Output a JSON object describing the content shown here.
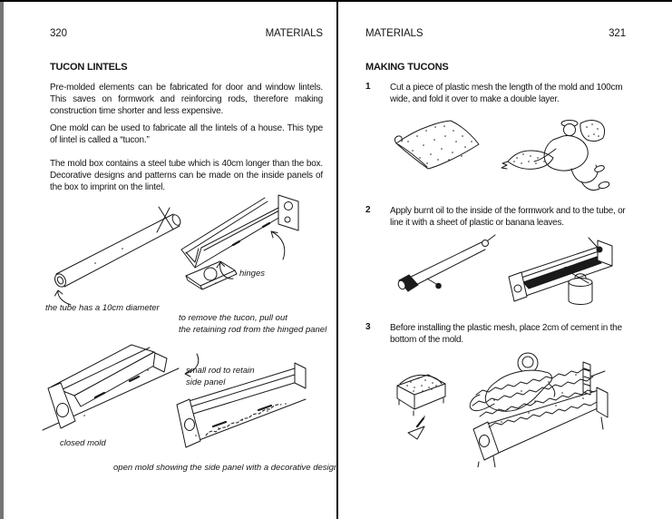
{
  "colors": {
    "ink": "#1a1a1a",
    "page_bg": "#ffffff",
    "spine_gray": "#757575",
    "rule_black": "#000000"
  },
  "left_page": {
    "page_number": "320",
    "running_header": "MATERIALS",
    "section_heading": "TUCON LINTELS",
    "paragraphs": [
      "Pre-molded elements can be fabricated for door and window lintels. This saves on formwork and reinforcing rods, therefore making construction time shorter and less expensive.",
      "One mold can be used to fabricate all the lintels of a house. This type of lintel is called a “tucon.”",
      "The mold box contains a steel tube which is 40cm longer than the box. Decorative designs and patterns can be made on the inside panels of the box to imprint on the lintel."
    ],
    "captions": {
      "tube_diameter": "the tube has a 10cm diameter",
      "hinges": "hinges",
      "remove_tucon_lines": [
        "to remove the tucon, pull out",
        "the retaining rod from the hinged panel"
      ],
      "small_rod_lines": [
        "small rod to retain",
        "side panel"
      ],
      "closed_mold": "closed mold",
      "open_mold": "open mold showing the side panel with a decorative design"
    }
  },
  "right_page": {
    "running_header": "MATERIALS",
    "page_number": "321",
    "section_heading": "MAKING TUCONS",
    "steps": [
      {
        "number": "1",
        "text": "Cut a piece of plastic mesh the length of the mold and 100cm wide, and fold it over to make a double layer."
      },
      {
        "number": "2",
        "text": "Apply burnt oil to the inside of the formwork and to the tube, or line it with a sheet of plastic or banana leaves."
      },
      {
        "number": "3",
        "text": "Before installing the plastic mesh, place 2cm of cement in the bottom of the mold."
      }
    ]
  }
}
